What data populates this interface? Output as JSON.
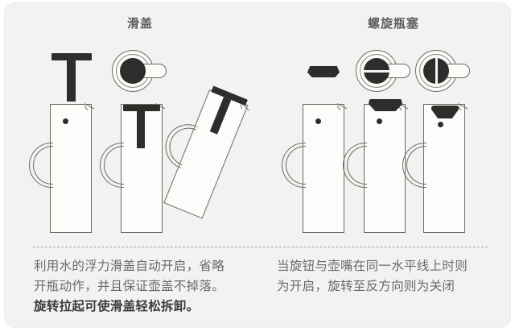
{
  "card": {
    "background": "#f2f2f2",
    "border_color": "#ececec"
  },
  "panels": [
    {
      "id": "slide-lid",
      "title": "滑盖",
      "caption_lines": [
        {
          "text": "利用水的浮力滑盖自动开启，省略",
          "bold": false
        },
        {
          "text": "开瓶动作，并且保证壶盖不掉落。",
          "bold": false
        },
        {
          "text": "旋转拉起可使滑盖轻松拆卸。",
          "bold": true
        }
      ],
      "figures": [
        {
          "name": "pot-closed-with-detached-lid",
          "lid": "T-shaped slide lid",
          "state": "lid removed"
        },
        {
          "name": "pot-with-lid-inserted",
          "lid": "T-shaped slide lid",
          "state": "lid inserted",
          "top_view": "round knob with side tab"
        },
        {
          "name": "pot-tilted-lid-pulled",
          "lid": "T-shaped slide lid",
          "state": "rotate and pull to detach"
        }
      ]
    },
    {
      "id": "screw-stopper",
      "title": "螺旋瓶塞",
      "caption_lines": [
        {
          "text": "当旋钮与壶嘴在同一水平线上时则",
          "bold": false
        },
        {
          "text": "为开启，旋转至反方向则为关闭",
          "bold": false
        }
      ],
      "figures": [
        {
          "name": "pot-open-no-stopper",
          "cap": "screw stopper",
          "state": "stopper removed"
        },
        {
          "name": "pot-stopper-seated",
          "cap": "screw stopper",
          "state": "seated / open",
          "top_view": "knob slot horizontal (open)"
        },
        {
          "name": "pot-stopper-screwed",
          "cap": "screw stopper",
          "state": "screwed in / closed",
          "top_view": "knob slot vertical (closed)"
        }
      ]
    }
  ],
  "colors": {
    "outline": "#6f6a5e",
    "dark_part": "#2f2d2b",
    "title_text": "#5e5e5e",
    "body_text": "#6a6a6a",
    "bold_text": "#3a3a3a",
    "divider": "#9d9d9d"
  }
}
